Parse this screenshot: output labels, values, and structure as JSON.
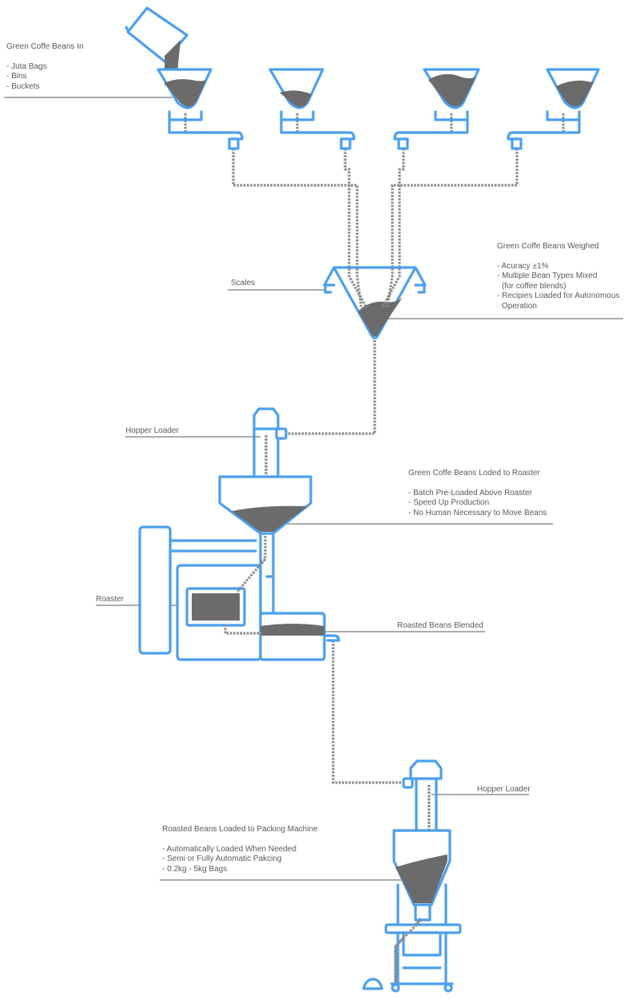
{
  "colors": {
    "outline": "#4a9ff0",
    "beans": "#6b6b6b",
    "pipe": "#8a8a8a",
    "leader": "#5a5a5a",
    "text": "#595959"
  },
  "annotations": {
    "green_in": {
      "title": "Green Coffe Beans In",
      "items": [
        "- Juta Bags",
        "- Bins",
        "- Buckets"
      ]
    },
    "weighed": {
      "title": "Green Coffe Beans Weighed",
      "items": [
        "- Acuracy ±1%",
        "- Multiple Bean Types Mixed",
        "  (for coffee blends)",
        "- Recipies Loaded for Autonomous",
        "  Operation"
      ]
    },
    "scales": "Scales",
    "hopper_loader_1": "Hopper Loader",
    "loaded": {
      "title": "Green Coffe Beans Loded to Roaster",
      "items": [
        "- Batch Pre-Loaded Above Roaster",
        "- Speed Up Production",
        "- No Human Necessary to Move Beans"
      ]
    },
    "roaster": "Roaster",
    "blended": "Roasted Beans Blended",
    "hopper_loader_2": "Hopper Loader",
    "packing": {
      "title": "Roasted Beans Loaded to Packing Machine",
      "items": [
        "- Automatically Loaded When Needed",
        "- Semi or Fully Automatic Pakcing",
        "- 0.2kg - 5kg Bags"
      ]
    }
  }
}
